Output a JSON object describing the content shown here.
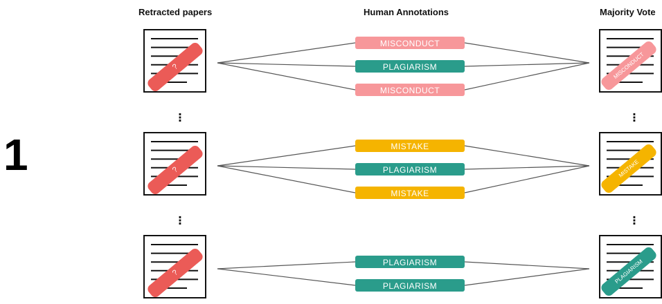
{
  "headers": {
    "left": "Retracted papers",
    "center": "Human Annotations",
    "right": "Majority Vote"
  },
  "figure_number": "1",
  "colors": {
    "misconduct": "#f7979a",
    "plagiarism": "#2a9c8b",
    "mistake": "#f5b400",
    "unknown": "#eb5b57",
    "line": "#555555"
  },
  "groups": [
    {
      "paper_label": "?",
      "annotations": [
        {
          "label": "MISCONDUCT",
          "kind": "misconduct"
        },
        {
          "label": "PLAGIARISM",
          "kind": "plagiarism"
        },
        {
          "label": "MISCONDUCT",
          "kind": "misconduct"
        }
      ],
      "vote": {
        "label": "MISCONDUCT",
        "kind": "misconduct"
      }
    },
    {
      "paper_label": "?",
      "annotations": [
        {
          "label": "MISTAKE",
          "kind": "mistake"
        },
        {
          "label": "PLAGIARISM",
          "kind": "plagiarism"
        },
        {
          "label": "MISTAKE",
          "kind": "mistake"
        }
      ],
      "vote": {
        "label": "MISTAKE",
        "kind": "mistake"
      }
    },
    {
      "paper_label": "?",
      "annotations": [
        {
          "label": "PLAGIARISM",
          "kind": "plagiarism"
        },
        {
          "label": "PLAGIARISM",
          "kind": "plagiarism"
        }
      ],
      "vote": {
        "label": "PLAGIARISM",
        "kind": "plagiarism"
      }
    }
  ],
  "ellipsis": "⋮"
}
